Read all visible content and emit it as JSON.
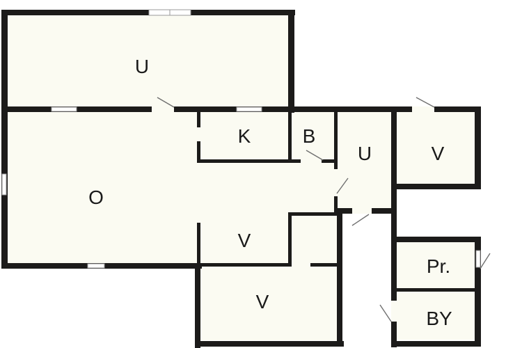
{
  "rooms": {
    "u_top": "U",
    "k": "K",
    "b": "B",
    "u_right": "U",
    "v_right": "V",
    "o": "O",
    "v_mid": "V",
    "v_bottom": "V",
    "pr": "Pr.",
    "by": "BY"
  }
}
